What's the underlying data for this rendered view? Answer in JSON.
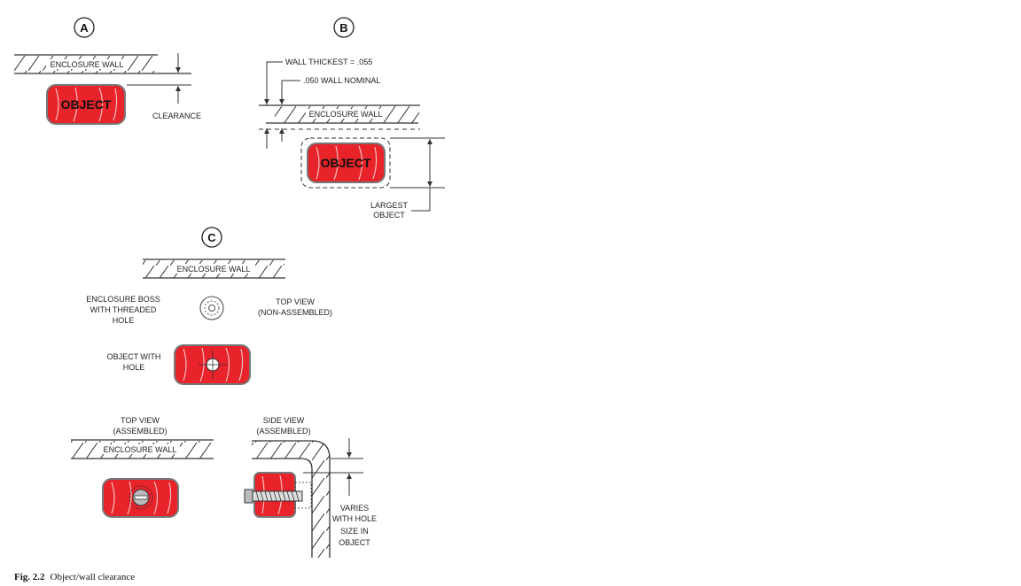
{
  "panels": {
    "a": {
      "marker": "A",
      "wall": "ENCLOSURE WALL",
      "object": "OBJECT",
      "clearance": "CLEARANCE"
    },
    "b": {
      "marker": "B",
      "wall_thickest": "WALL THICKEST = .055",
      "wall_nominal": ".050 WALL NOMINAL",
      "wall": "ENCLOSURE WALL",
      "object": "OBJECT",
      "largest_1": "LARGEST",
      "largest_2": "OBJECT"
    },
    "c": {
      "marker": "C",
      "wall": "ENCLOSURE WALL",
      "boss_1": "ENCLOSURE BOSS",
      "boss_2": "WITH THREADED",
      "boss_3": "HOLE",
      "topview_na_1": "TOP VIEW",
      "topview_na_2": "(NON-ASSEMBLED)",
      "objhole_1": "OBJECT WITH",
      "objhole_2": "HOLE",
      "topview_a_1": "TOP VIEW",
      "topview_a_2": "(ASSEMBLED)",
      "wall2": "ENCLOSURE WALL",
      "sideview_1": "SIDE VIEW",
      "sideview_2": "(ASSEMBLED)",
      "varies_1": "VARIES",
      "varies_2": "WITH HOLE",
      "varies_3": "SIZE IN",
      "varies_4": "OBJECT"
    }
  },
  "caption": {
    "fig": "Fig. 2.2",
    "text": "Object/wall clearance"
  },
  "colors": {
    "object_fill": "#e8232a",
    "object_stroke": "#777777",
    "line": "#333333"
  }
}
